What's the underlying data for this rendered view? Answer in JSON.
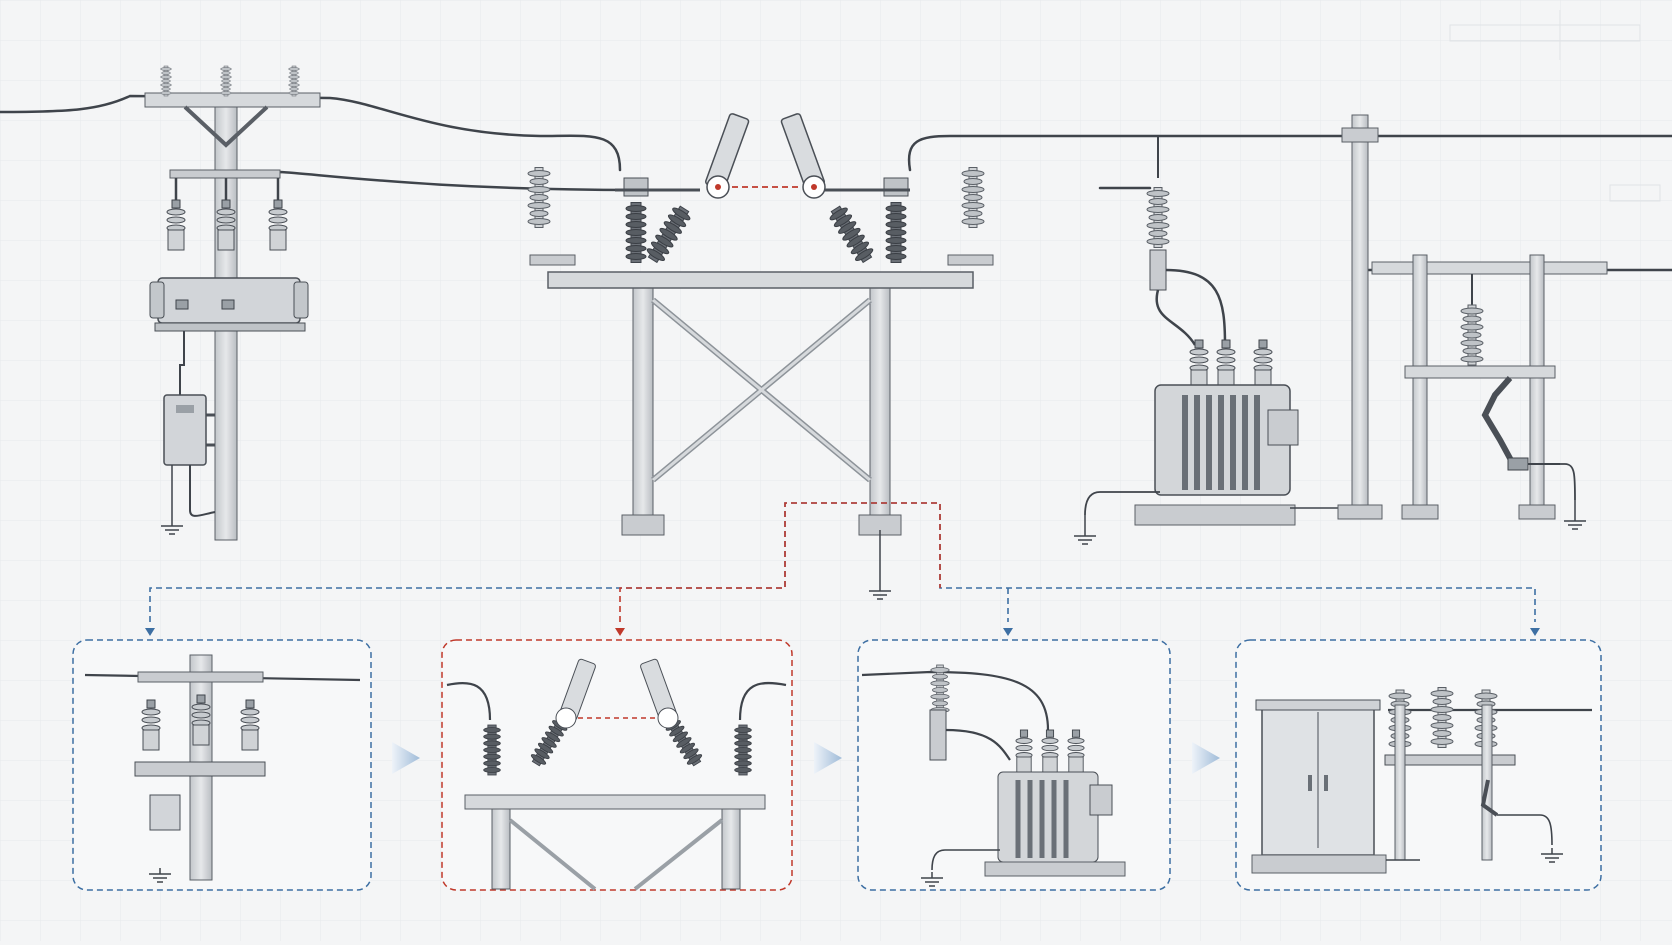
{
  "diagram": {
    "kind": "power distribution line equipment overview",
    "text_labels": [],
    "scenes": [
      {
        "id": "pole-mounted-recloser",
        "section": "overview"
      },
      {
        "id": "center-break-disconnector",
        "section": "overview"
      },
      {
        "id": "pole-transformer",
        "section": "overview"
      },
      {
        "id": "fuse-cutout-structure",
        "section": "overview"
      }
    ],
    "detail_panels": [
      {
        "id": "recloser-detail",
        "border_style": "dashed",
        "accent": "blue"
      },
      {
        "id": "disconnector-detail",
        "border_style": "dashed",
        "accent": "red"
      },
      {
        "id": "transformer-detail",
        "border_style": "dashed",
        "accent": "blue"
      },
      {
        "id": "cabinet-detail",
        "border_style": "dashed",
        "accent": "blue"
      }
    ],
    "flow_arrows_between_panels": 3,
    "icons": [
      "ground-symbol-icon",
      "arrow-right-icon",
      "insulator-icon"
    ]
  },
  "colors": {
    "background": "#f4f5f6",
    "grid": "#e3e6ea",
    "steel": "#d6d9dc",
    "steel_dark": "#9aa0a6",
    "outline": "#5a5f66",
    "conductor": "#3f444b",
    "accent_red": "#c0392b",
    "accent_blue": "#3d6fa3",
    "arrow_fill": "#a9c3de"
  }
}
